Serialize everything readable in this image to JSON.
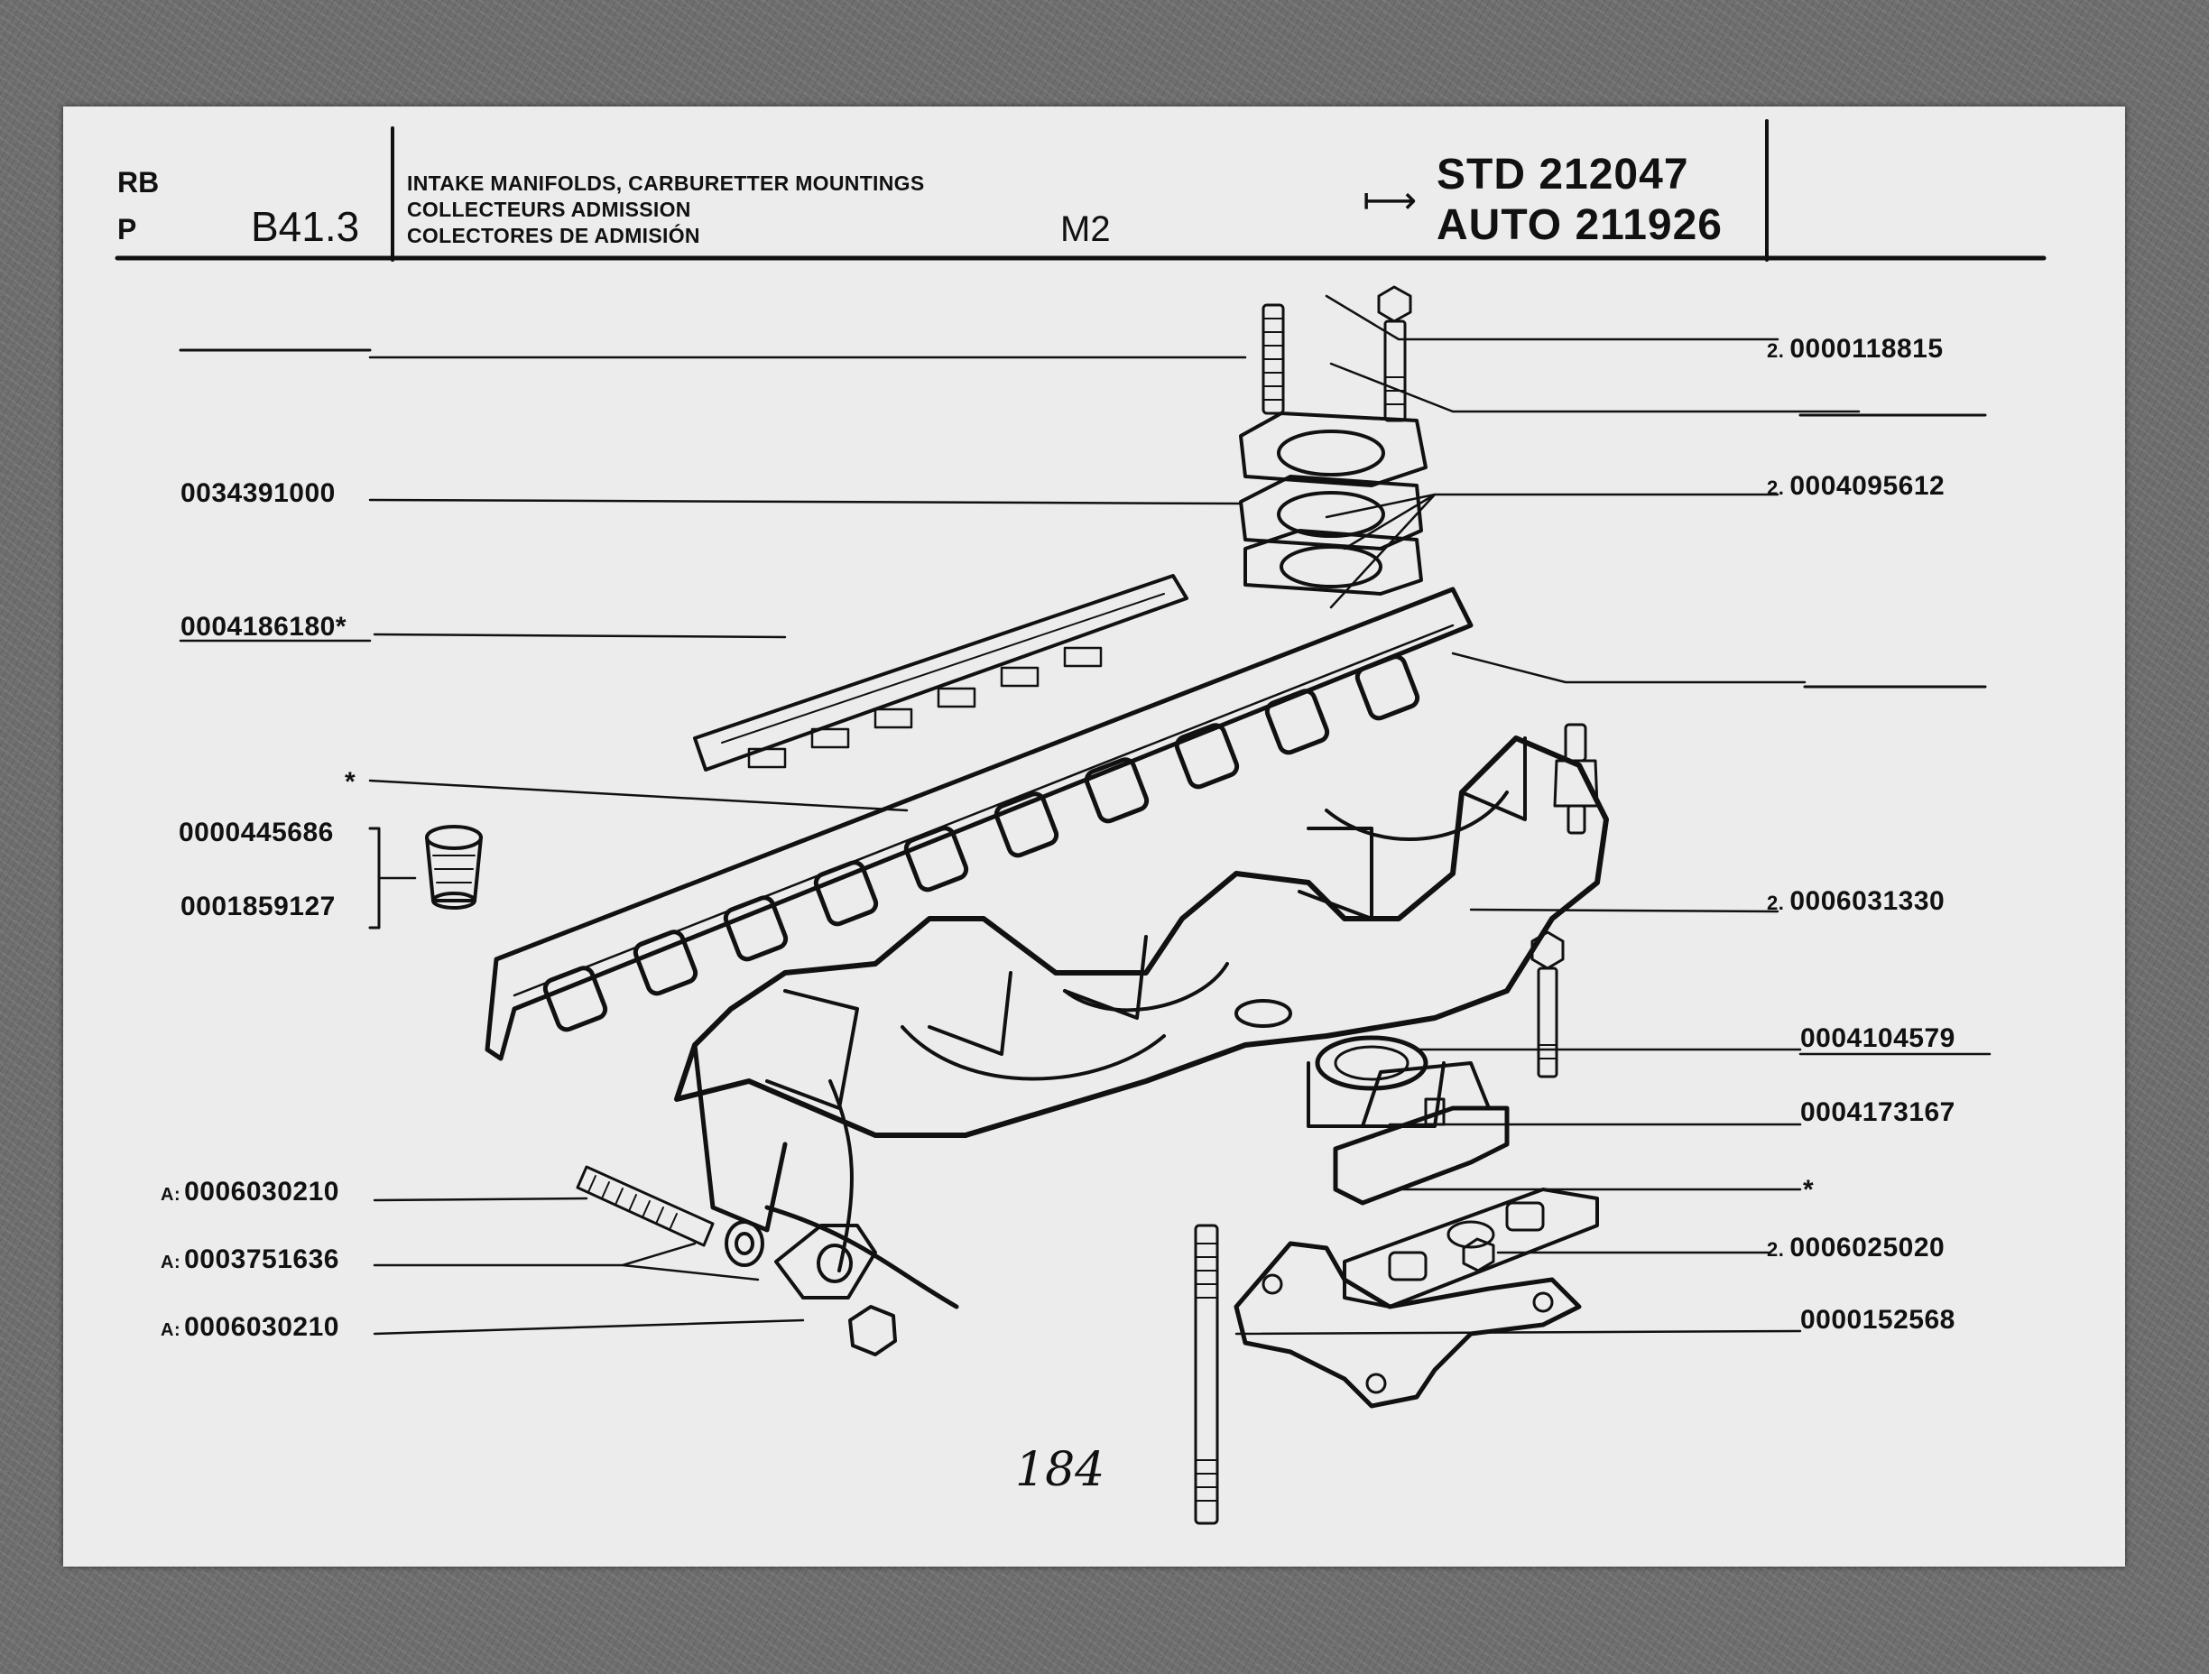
{
  "header": {
    "lang_top": "RB",
    "lang_bottom": "P",
    "group_code": "B41.3",
    "title_en": "INTAKE MANIFOLDS, CARBURETTER MOUNTINGS",
    "title_fr": "COLLECTEURS ADMISSION",
    "title_es": "COLECTORES DE ADMISIÓN",
    "model": "M2",
    "arrow_glyph": "⟼",
    "std_label": "STD 212047",
    "auto_label": "AUTO 211926"
  },
  "parts_left": [
    {
      "qty": "",
      "prefix": "",
      "number": "0034391000",
      "suffix": ""
    },
    {
      "qty": "",
      "prefix": "",
      "number": "0004186180",
      "suffix": "*"
    },
    {
      "qty": "",
      "prefix": "",
      "number": "",
      "suffix": "*"
    },
    {
      "qty": "",
      "prefix": "",
      "number": "0000445686",
      "suffix": ""
    },
    {
      "qty": "",
      "prefix": "",
      "number": "0001859127",
      "suffix": ""
    },
    {
      "qty": "",
      "prefix": "A:",
      "number": "0006030210",
      "suffix": ""
    },
    {
      "qty": "",
      "prefix": "A:",
      "number": "0003751636",
      "suffix": ""
    },
    {
      "qty": "",
      "prefix": "A:",
      "number": "0006030210",
      "suffix": ""
    }
  ],
  "parts_right": [
    {
      "qty": "2.",
      "number": "0000118815"
    },
    {
      "qty": "2.",
      "number": "0004095612"
    },
    {
      "qty": "2.",
      "number": "0006031330"
    },
    {
      "qty": "",
      "number": "0004104579"
    },
    {
      "qty": "",
      "number": "0004173167"
    },
    {
      "qty": "",
      "number": "*"
    },
    {
      "qty": "2.",
      "number": "0006025020"
    },
    {
      "qty": "",
      "number": "0000152568"
    }
  ],
  "page_number": "184",
  "colors": {
    "ink": "#111111",
    "card": "#ececec",
    "backdrop": "#6e6e6e"
  },
  "icons": [
    "arrow-right-icon",
    "manifold-drawing"
  ]
}
